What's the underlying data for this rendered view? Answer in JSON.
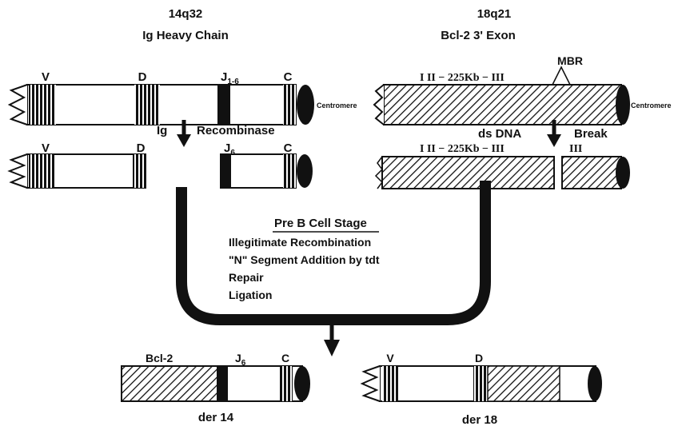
{
  "heavy_chain": {
    "locus": "14q32",
    "name": "Ig Heavy Chain",
    "seg_v": "V",
    "seg_d": "D",
    "seg_j": "J",
    "seg_j_sub": "1-6",
    "seg_c": "C",
    "seg_j2": "J",
    "seg_j2_sub": "6",
    "centromere": "Centromere"
  },
  "bcl2": {
    "locus": "18q21",
    "name": "Bcl-2   3' Exon",
    "mbr": "MBR",
    "exons_label": "I   II − 225Kb − III",
    "exons_label_2": "I   II − 225Kb − III",
    "exon_iii": "III",
    "centromere": "Centromere"
  },
  "steps": {
    "ig_left": "Ig",
    "ig_right": "Recombinase",
    "ds_left": "ds DNA",
    "ds_right": "Break"
  },
  "stage": {
    "title": "Pre B Cell Stage",
    "items": [
      "Illegitimate Recombination",
      "\"N\" Segment Addition by tdt",
      "Repair",
      "Ligation"
    ]
  },
  "products": {
    "der14_label": "der 14",
    "der14_bcl": "Bcl-2",
    "der14_j": "J",
    "der14_j_sub": "6",
    "der14_c": "C",
    "der18_label": "der 18",
    "der18_v": "V",
    "der18_d": "D"
  }
}
